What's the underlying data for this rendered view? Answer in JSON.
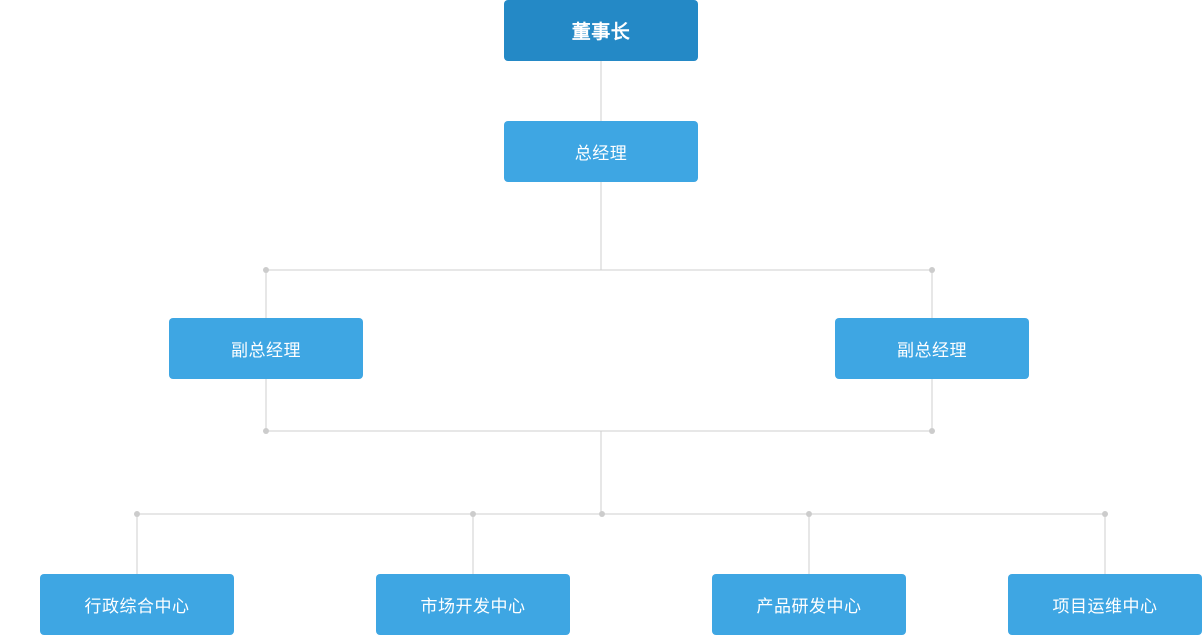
{
  "org_chart": {
    "chairman": "董事长",
    "general_manager": "总经理",
    "deputy_managers": [
      "副总经理",
      "副总经理"
    ],
    "centers": [
      "行政综合中心",
      "市场开发中心",
      "产品研发中心",
      "项目运维中心"
    ]
  },
  "colors": {
    "top_box": "#2489c6",
    "box": "#3ea6e3",
    "connector": "#cfcfcf",
    "text": "#ffffff"
  }
}
